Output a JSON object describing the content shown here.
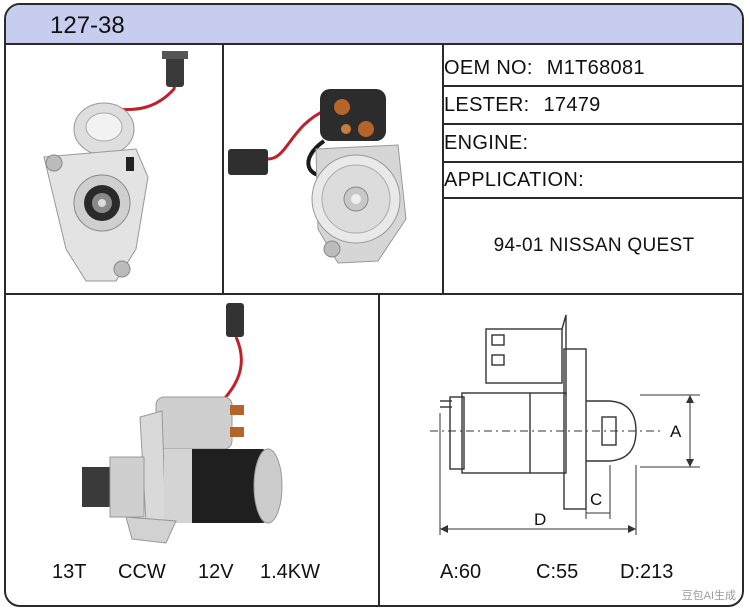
{
  "header": {
    "part_number": "127-38"
  },
  "specs": {
    "oem_label": "OEM  NO:",
    "oem_value": "M1T68081",
    "lester_label": "LESTER:",
    "lester_value": "17479",
    "engine_label": "ENGINE:",
    "engine_value": "",
    "application_label": "APPLICATION:",
    "application_value": "94-01 NISSAN QUEST"
  },
  "bottom_left": {
    "teeth": "13T",
    "rotation": "CCW",
    "voltage": "12V",
    "power": "1.4KW"
  },
  "drawing": {
    "label_a": "A",
    "label_c": "C",
    "label_d": "D",
    "dim_a": "A:60",
    "dim_c": "C:55",
    "dim_d": "D:213"
  },
  "watermark": "豆包AI生成",
  "colors": {
    "header_bg": "#c6cdef",
    "border": "#2a2a2a"
  }
}
